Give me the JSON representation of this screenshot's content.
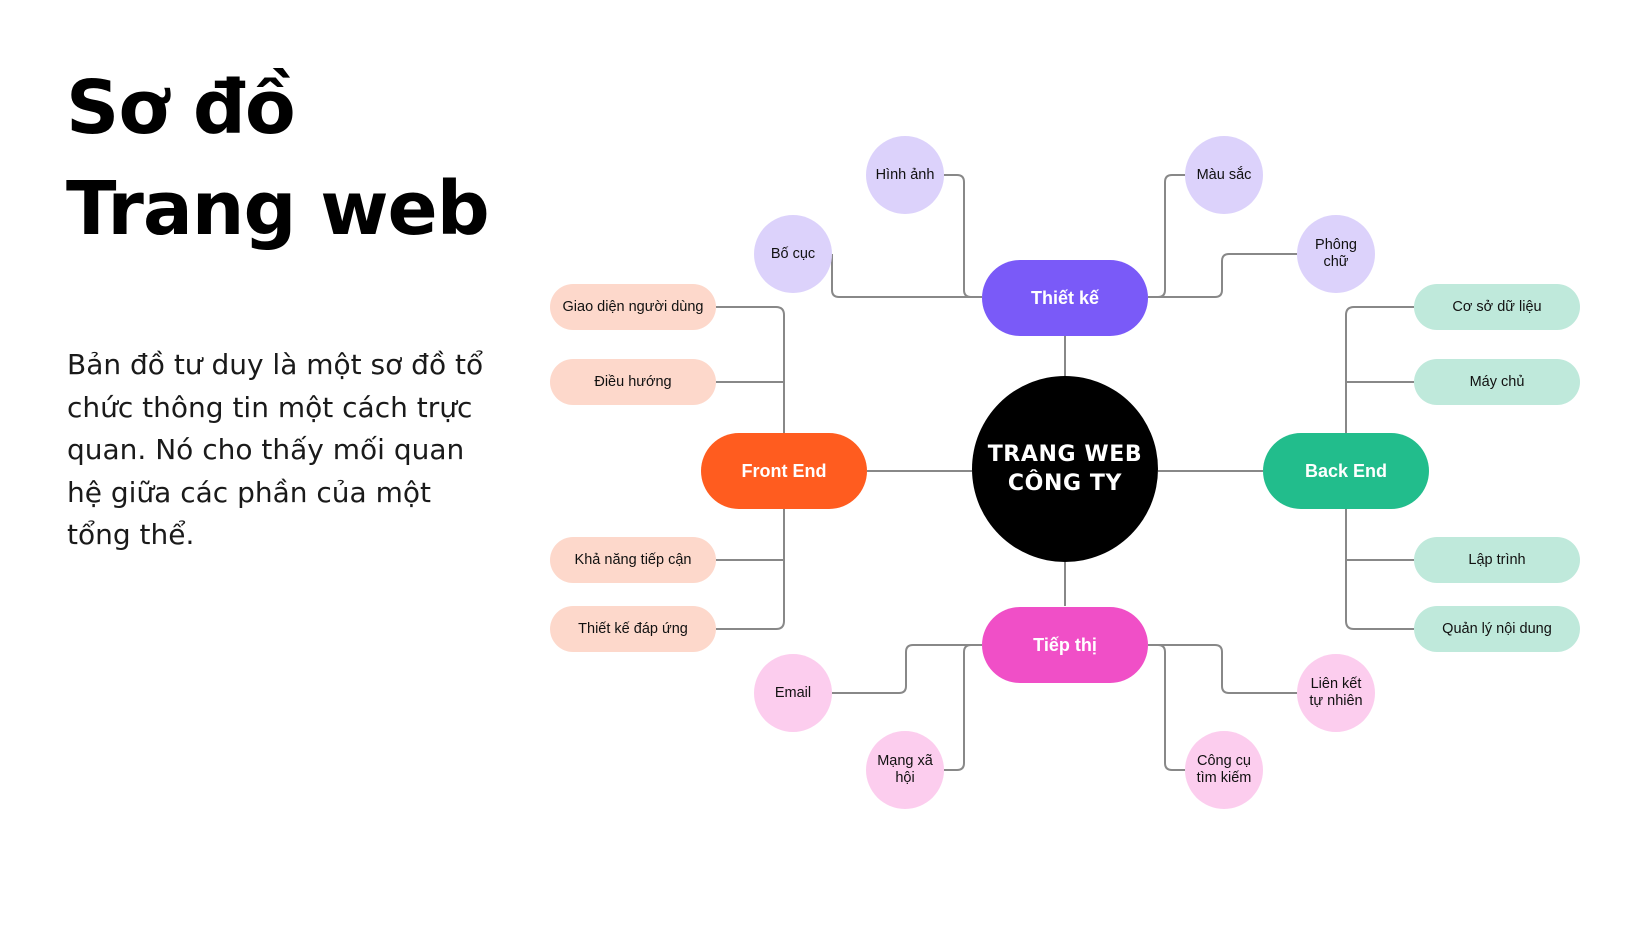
{
  "title": {
    "line1": "Sơ đồ",
    "line2": "Trang web"
  },
  "description": "Bản đồ tư duy là một sơ đồ tổ chức thông tin một cách trực quan. Nó cho thấy mối quan hệ giữa các phần của một tổng thể.",
  "center": {
    "label": "TRANG WEB\nCÔNG TY",
    "color": "#000000"
  },
  "branches": {
    "design": {
      "label": "Thiết kế",
      "color": "#7a5af8",
      "items": [
        "Hình ảnh",
        "Bố cục",
        "Màu sắc",
        "Phông\nchữ"
      ]
    },
    "front_end": {
      "label": "Front End",
      "color": "#ff5c1f",
      "items": [
        "Giao diện người dùng",
        "Điều hướng",
        "Khả năng tiếp cận",
        "Thiết kế đáp ứng"
      ]
    },
    "back_end": {
      "label": "Back End",
      "color": "#22bd8c",
      "items": [
        "Cơ sở dữ liệu",
        "Máy chủ",
        "Lập trình",
        "Quản lý nội dung"
      ]
    },
    "marketing": {
      "label": "Tiếp thị",
      "color": "#f04fc7",
      "items": [
        "Email",
        "Mạng xã\nhội",
        "Liên kết\ntự nhiên",
        "Công cụ\ntìm kiếm"
      ]
    }
  }
}
